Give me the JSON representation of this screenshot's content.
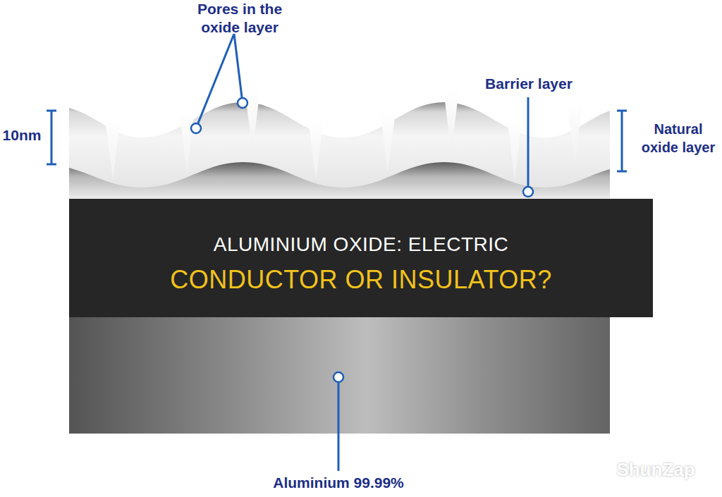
{
  "diagram": {
    "title": "ALUMINIUM OXIDE: ELECTRIC CONDUCTOR OR INSULATOR?",
    "labels": [
      "Pores in the oxide layer",
      "10nm",
      "Barrier layer",
      "Natural oxide layer",
      "Aluminium 99.99%",
      "ShunZap"
    ]
  }
}
